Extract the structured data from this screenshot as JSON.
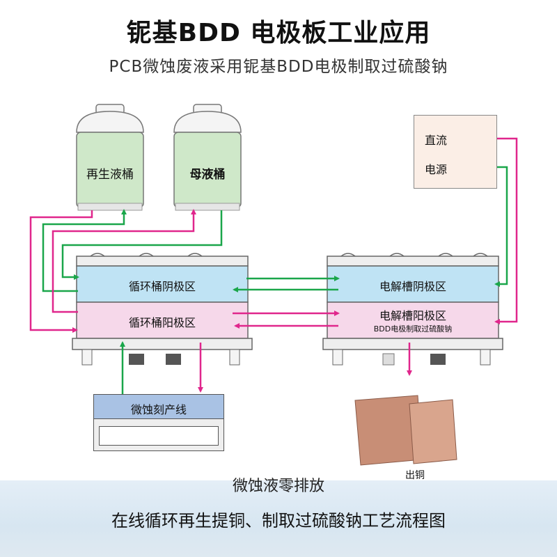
{
  "title": "铌基BDD 电极板工业应用",
  "subtitle": "PCB微蚀废液采用铌基BDD电极制取过硫酸钠",
  "tanks": {
    "regen": "再生液桶",
    "waste": "母液桶"
  },
  "circulation": {
    "cathode": "循环桶阴极区",
    "anode": "循环桶阳极区"
  },
  "electrolysis": {
    "cathode": "电解槽阴极区",
    "anode": "电解槽阳极区",
    "anode_note": "BDD电极制取过硫酸钠"
  },
  "power": {
    "line1": "直流",
    "line2": "电源"
  },
  "etching_line": "微蚀刻产线",
  "copper": "出铜",
  "caption_zero": "微蚀液零排放",
  "caption_process": "在线循环再生提铜、制取过硫酸钠工艺流程图",
  "colors": {
    "green_flow": "#1aa64a",
    "magenta_flow": "#e0268c",
    "cathode_zone": "#bfe3f4",
    "anode_zone": "#f6d8ea",
    "tank_liquid": "#cfe8c9",
    "etch_line": "#a9c2e4"
  }
}
